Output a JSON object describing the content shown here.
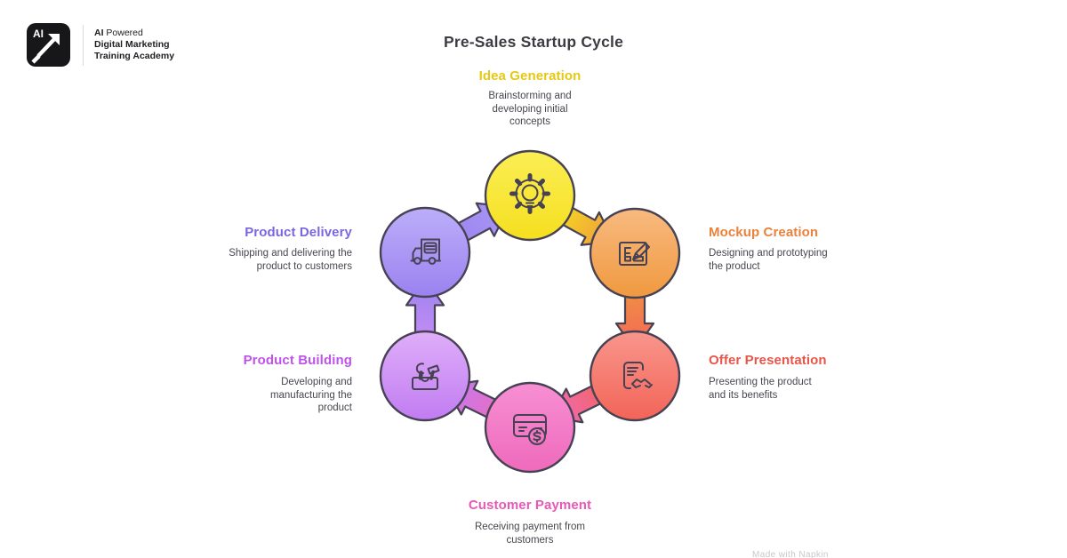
{
  "brand": {
    "monogram": "AI",
    "line1_bold": "AI",
    "line1_rest": " Powered",
    "line2": "Digital Marketing",
    "line3": "Training Academy"
  },
  "title": "Pre-Sales Startup Cycle",
  "watermark": "Made with Napkin",
  "diagram": {
    "type": "cycle",
    "stages": [
      {
        "label": "Idea Generation",
        "description": "Brainstorming and developing initial concepts",
        "label_color": "#e7c813",
        "circle_colors": [
          "#fbee55",
          "#f5df1f"
        ],
        "icon": "gear-lightbulb",
        "position": "top"
      },
      {
        "label": "Mockup Creation",
        "description": "Designing and prototyping the product",
        "label_color": "#e8823c",
        "circle_colors": [
          "#f8ba80",
          "#f0993f"
        ],
        "icon": "blueprint-pencil",
        "position": "top-right"
      },
      {
        "label": "Offer Presentation",
        "description": "Presenting the product and its benefits",
        "label_color": "#e85549",
        "circle_colors": [
          "#f9968c",
          "#f36458"
        ],
        "icon": "contract-handshake",
        "position": "bottom-right"
      },
      {
        "label": "Customer Payment",
        "description": "Receiving payment from customers",
        "label_color": "#e958b6",
        "circle_colors": [
          "#f78fd3",
          "#ef6abc"
        ],
        "icon": "credit-card-dollar",
        "position": "bottom"
      },
      {
        "label": "Product Building",
        "description": "Developing and manufacturing the product",
        "label_color": "#be53e8",
        "circle_colors": [
          "#dfaef9",
          "#c17cf2"
        ],
        "icon": "toolbox",
        "position": "bottom-left"
      },
      {
        "label": "Product Delivery",
        "description": "Shipping and delivering the product to customers",
        "label_color": "#7a66e0",
        "circle_colors": [
          "#bcaef9",
          "#9b82f0"
        ],
        "icon": "delivery-truck",
        "position": "top-left"
      }
    ],
    "outline_color": "#474253"
  }
}
